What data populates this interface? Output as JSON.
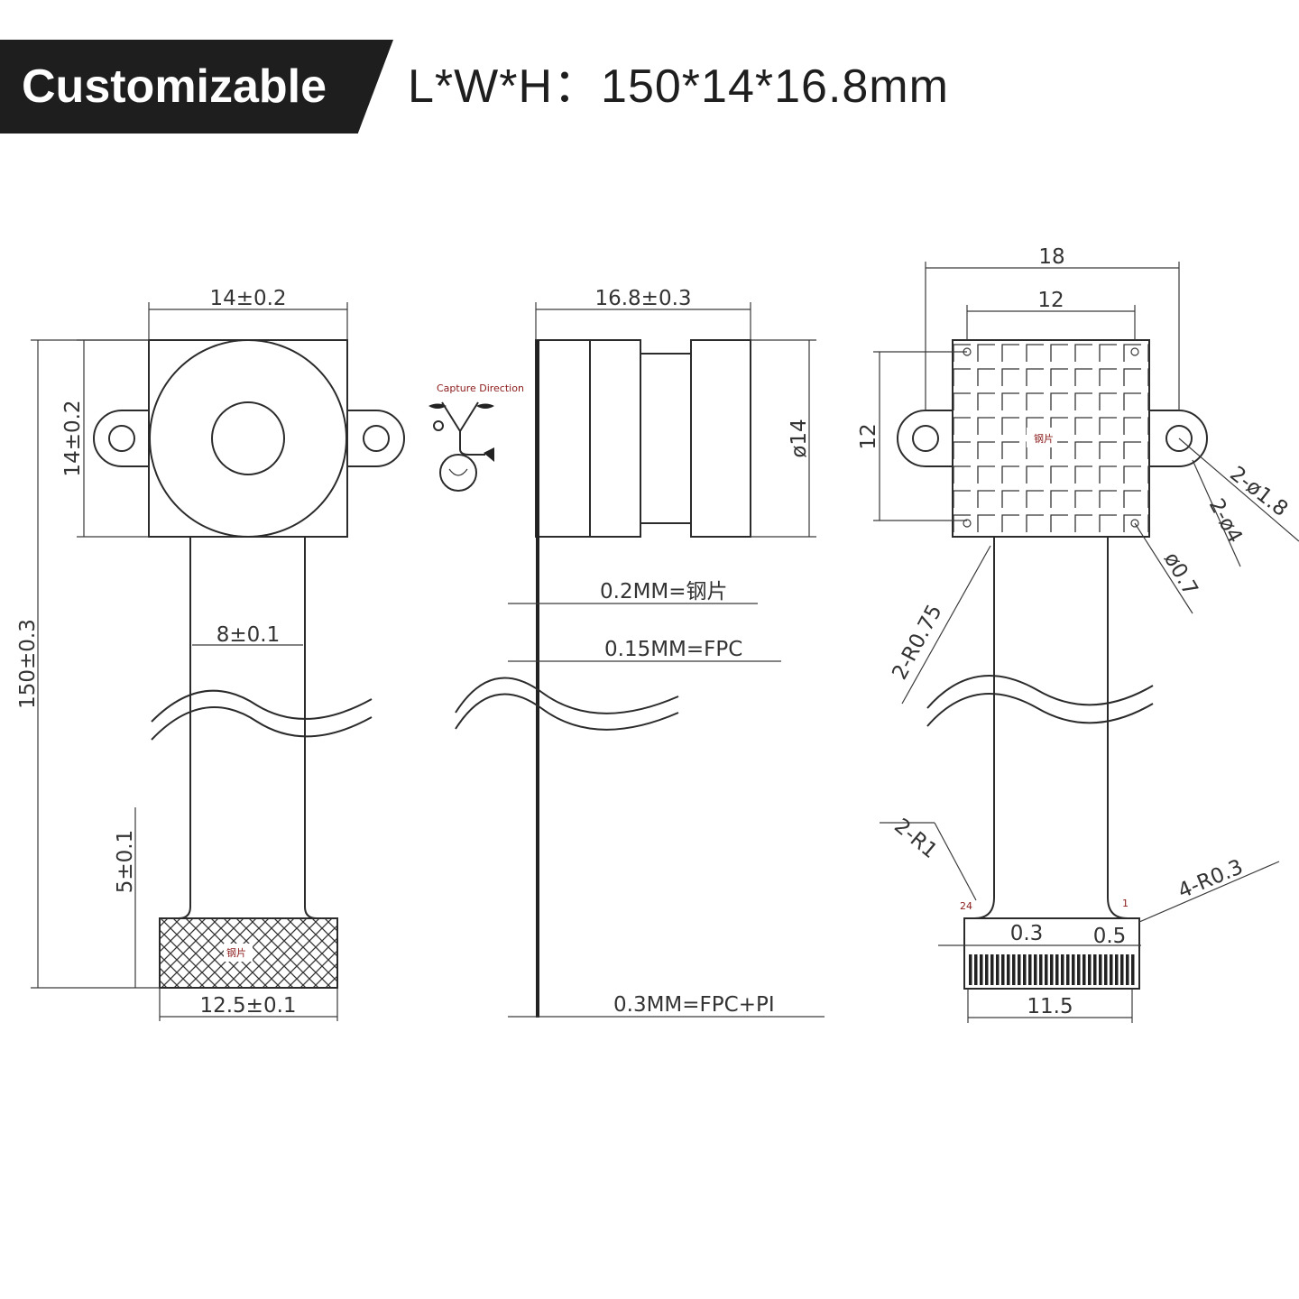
{
  "header": {
    "badge": "Customizable",
    "dimensions": "L*W*H：150*14*16.8mm"
  },
  "front_view": {
    "width": "14±0.2",
    "height_sensor": "14±0.2",
    "total_length": "150±0.3",
    "fpc_width": "8±0.1",
    "stiffener_height": "5±0.1",
    "connector_width": "12.5±0.1"
  },
  "side_view": {
    "lens_height": "16.8±0.3",
    "lens_diameter": "ø14",
    "layer_1": "0.2MM=钢片",
    "layer_2": "0.15MM=FPC",
    "layer_3": "0.3MM=FPC+PI"
  },
  "back_view": {
    "overall_width": "18",
    "hole_spacing": "12",
    "vertical_spacing": "12",
    "mount_hole_a": "2-ø1.8",
    "mount_hole_b": "2-ø4",
    "small_hole": "ø0.7",
    "radius_top": "2-R0.75",
    "radius_bottom": "2-R1",
    "radius_corner": "4-R0.3",
    "pin_pitch": "0.3",
    "pin_offset": "0.5",
    "connector_width": "11.5",
    "pin_first": "1",
    "pin_last": "24",
    "stiffener_label": "钢片"
  },
  "symbols": {
    "direction_label": "Capture Direction"
  }
}
